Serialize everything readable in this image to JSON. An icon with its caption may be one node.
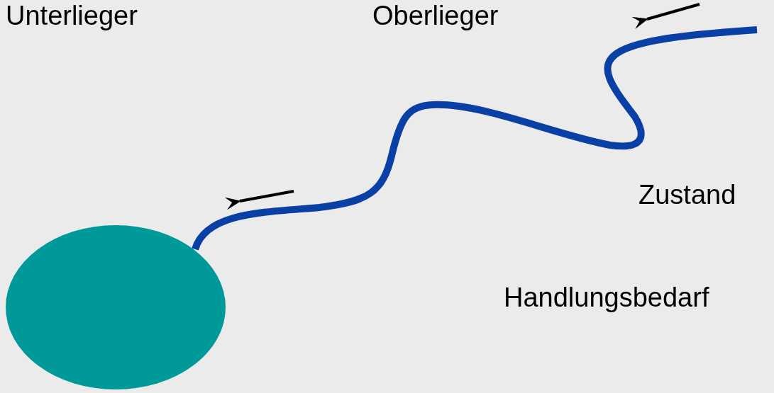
{
  "diagram": {
    "nodes": [
      {
        "text": [],
        "shape": "circle"
      }
    ],
    "labels": [
      "Unterlieger",
      "Oberlieger",
      "Zustand",
      "Handlungsbedarf"
    ]
  }
}
